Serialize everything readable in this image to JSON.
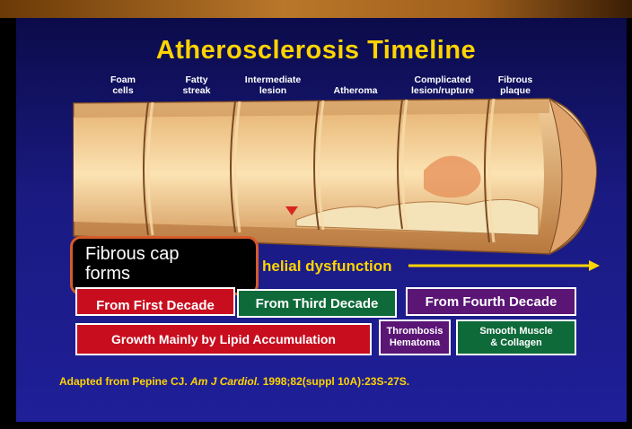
{
  "title": "Atherosclerosis Timeline",
  "stages": [
    "Foam\ncells",
    "Fatty\nstreak",
    "Intermediate\nlesion",
    "Atheroma",
    "Complicated\nlesion/rupture",
    "Fibrous\nplaque"
  ],
  "callout": "Fibrous cap\nforms",
  "arrow_label": "Endothelial dysfunction",
  "arrow_label_visible": "helial dysfunction",
  "decades": {
    "first": "From First Decade",
    "third": "From Third Decade",
    "fourth": "From Fourth Decade"
  },
  "growth": {
    "lipid": "Growth Mainly by Lipid Accumulation",
    "thrombosis": "Thrombosis\nHematoma",
    "smooth_muscle": "Smooth Muscle\n& Collagen"
  },
  "credit": {
    "prefix": "Adapted from Pepine CJ. ",
    "journal": "Am J Cardiol.",
    "suffix": " 1998;82(suppl 10A):23S-27S."
  },
  "colors": {
    "title": "#ffd400",
    "red": "#c80d1e",
    "green": "#0f6a3a",
    "purple": "#5a1575",
    "callout_border": "#d65a2b"
  }
}
